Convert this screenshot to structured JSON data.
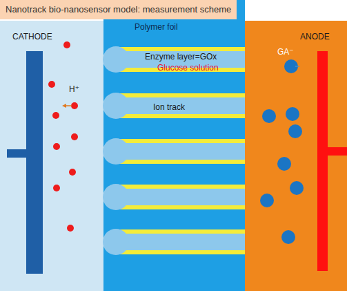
{
  "diagram": {
    "title": "Nanotrack bio-nanosensor model: measurement scheme",
    "nodes": [
      {
        "text": [
          "CATHODE"
        ]
      },
      {
        "text": [
          "Polymer foil"
        ]
      },
      {
        "text": [
          "ANODE"
        ]
      }
    ],
    "labels": [
      "H⁺",
      "Enzyme layer=GOx",
      "Glucose solution",
      "Ion track",
      "GA⁻"
    ]
  }
}
